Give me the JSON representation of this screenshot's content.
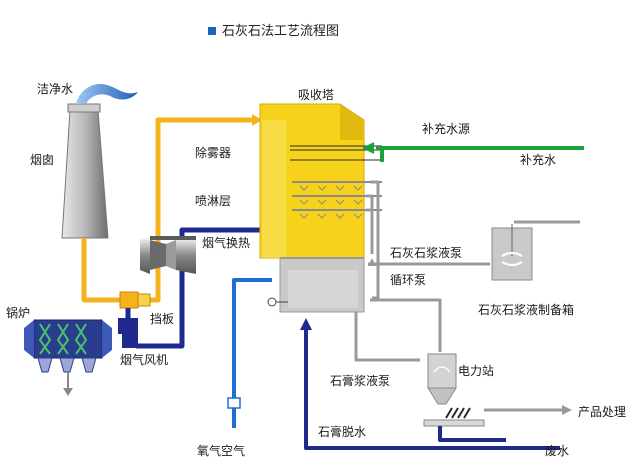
{
  "title": "石灰石法工艺流程图",
  "labels": {
    "clean_water": "洁净水",
    "chimney": "烟囱",
    "absorber": "吸收塔",
    "demister": "除雾器",
    "spray_layer": "喷淋层",
    "flue_gas_heat_exchanger": "烟气换热",
    "baffle": "挡板",
    "flue_gas_fan": "烟气风机",
    "boiler": "锅炉",
    "makeup_water_source": "补充水源",
    "makeup_water": "补充水",
    "limestone_slurry_pump": "石灰石浆液泵",
    "circulation_pump": "循环泵",
    "limestone_slurry_tank": "石灰石浆液制备箱",
    "gypsum_slurry_pump": "石膏浆液泵",
    "power_station": "电力站",
    "product_processing": "产品处理",
    "gypsum_dewatering": "石膏脱水",
    "oxidation_air": "氧气空气",
    "waste_water": "废水"
  },
  "colors": {
    "flue_gas_line": "#f5b21b",
    "clean_gas_line": "#1f2a8c",
    "water_line": "#1aa33a",
    "air_line": "#1f6fd0",
    "slurry_line": "#9a9a9a",
    "absorber_fill": "#f6d21a",
    "tank_fill": "#c9c9c9"
  }
}
